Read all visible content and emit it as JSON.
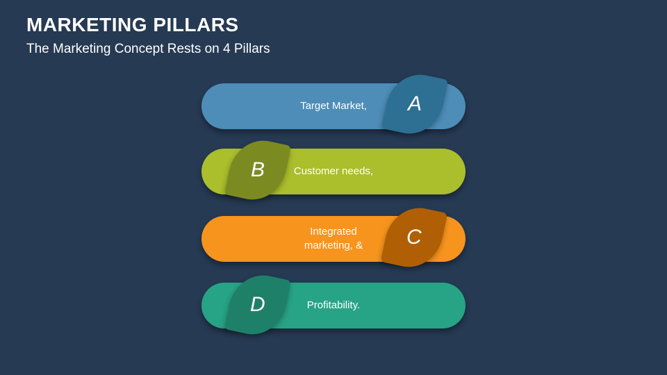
{
  "slide": {
    "title": "MARKETING PILLARS",
    "subtitle": "The Marketing Concept Rests on 4 Pillars",
    "background_color": "#263A53",
    "text_color": "#FFFFFF"
  },
  "pillars": [
    {
      "letter": "A",
      "label": "Target Market,",
      "pill_color": "#4D8DB8",
      "badge_color": "#2E6F94",
      "badge_side": "right"
    },
    {
      "letter": "B",
      "label": "Customer needs,",
      "pill_color": "#ABBE2C",
      "badge_color": "#7C8B21",
      "badge_side": "left"
    },
    {
      "letter": "C",
      "label": "Integrated\nmarketing, &",
      "pill_color": "#F7941E",
      "badge_color": "#B05F04",
      "badge_side": "right"
    },
    {
      "letter": "D",
      "label": "Profitability.",
      "pill_color": "#27A386",
      "badge_color": "#1F8069",
      "badge_side": "left"
    }
  ]
}
